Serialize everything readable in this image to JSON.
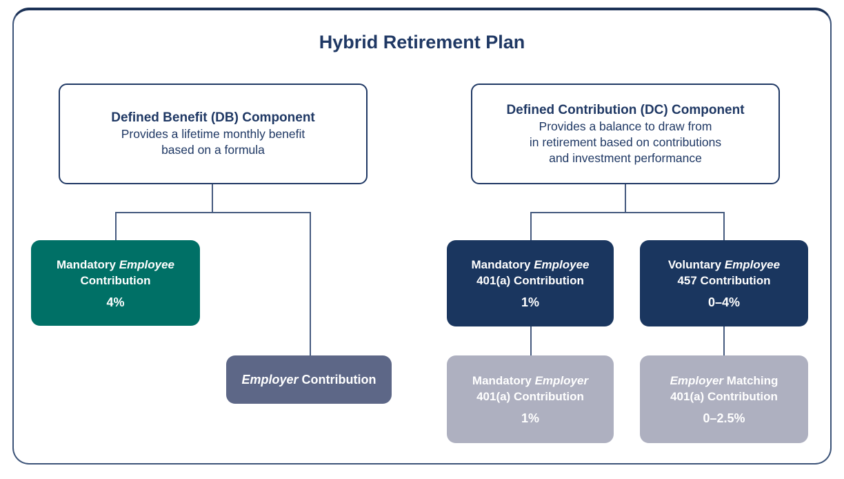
{
  "title": "Hybrid Retirement Plan",
  "db": {
    "heading": "Defined Benefit (DB) Component",
    "desc_line1": "Provides a lifetime monthly benefit",
    "desc_line2": "based on a formula"
  },
  "dc": {
    "heading": "Defined Contribution (DC) Component",
    "desc_line1": "Provides a balance to draw from",
    "desc_line2": "in retirement based on contributions",
    "desc_line3": "and investment performance"
  },
  "nodes": {
    "db_employee": {
      "pre": "Mandatory ",
      "em": "Employee",
      "line2": "Contribution",
      "value": "4%"
    },
    "db_employer": {
      "em": "Employer",
      "post": " Contribution"
    },
    "dc_employee_401a": {
      "pre": "Mandatory ",
      "em": "Employee",
      "line2": "401(a) Contribution",
      "value": "1%"
    },
    "dc_employee_457": {
      "pre": "Voluntary ",
      "em": "Employee",
      "line2": "457 Contribution",
      "value": "0–4%"
    },
    "dc_employer_401a": {
      "pre": "Mandatory ",
      "em": "Employer",
      "line2": "401(a) Contribution",
      "value": "1%"
    },
    "dc_employer_match": {
      "em": "Employer",
      "post": " Matching",
      "line2": "401(a) Contribution",
      "value": "0–2.5%"
    }
  },
  "colors": {
    "navy-text": "#1f3864",
    "navy-box": "#1a365f",
    "teal": "#007066",
    "slate": "#5d6787",
    "gray": "#aeb0c0",
    "line": "#44597e",
    "frame": "#3c5378"
  }
}
